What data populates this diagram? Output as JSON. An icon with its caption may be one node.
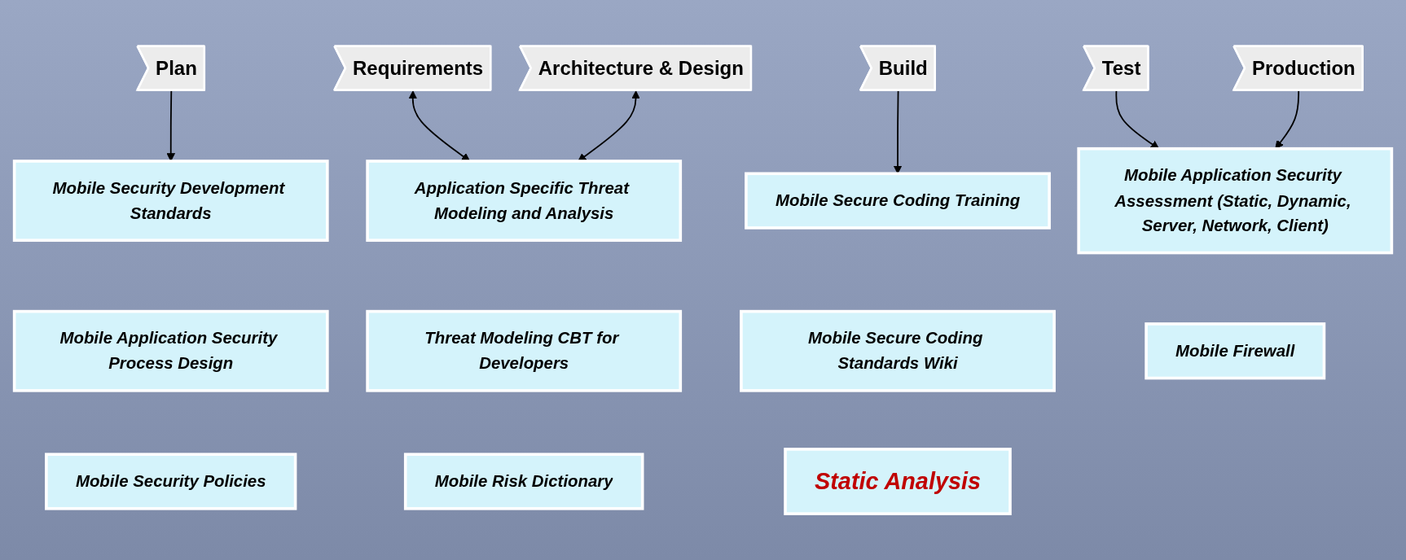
{
  "diagram": {
    "nodes": [
      {
        "text": [
          "Plan"
        ]
      },
      {
        "text": [
          "Requirements"
        ]
      },
      {
        "text": [
          "Architecture & Design"
        ]
      },
      {
        "text": [
          "Build"
        ]
      },
      {
        "text": [
          "Test"
        ]
      },
      {
        "text": [
          "Production"
        ]
      },
      {
        "text": [
          "Mobile Security Development Standards"
        ]
      },
      {
        "text": [
          "Application Specific Threat Modeling and Analysis"
        ]
      },
      {
        "text": [
          "Mobile Secure Coding Training"
        ]
      },
      {
        "text": [
          "Mobile Application Security Assessment (Static, Dynamic, Server, Network, Client)"
        ]
      },
      {
        "text": [
          "Mobile Application Security Process Design"
        ]
      },
      {
        "text": [
          "Threat Modeling CBT for Developers"
        ]
      },
      {
        "text": [
          "Mobile Secure Coding Standards Wiki"
        ]
      },
      {
        "text": [
          "Mobile Firewall"
        ]
      },
      {
        "text": [
          "Mobile Risk Dictionary"
        ]
      },
      {
        "text": [
          "Static Analysis"
        ]
      },
      {
        "text": [
          "Mobile Security Policies"
        ]
      }
    ],
    "edges": [
      {
        "from": 0,
        "to": 6,
        "arrow": "to"
      },
      {
        "from": 1,
        "to": 7,
        "arrow": "both"
      },
      {
        "from": 2,
        "to": 7,
        "arrow": "both"
      },
      {
        "from": 3,
        "to": 8,
        "arrow": "to"
      },
      {
        "from": 4,
        "to": 9,
        "arrow": "to"
      },
      {
        "from": 5,
        "to": 9,
        "arrow": "to"
      }
    ]
  }
}
